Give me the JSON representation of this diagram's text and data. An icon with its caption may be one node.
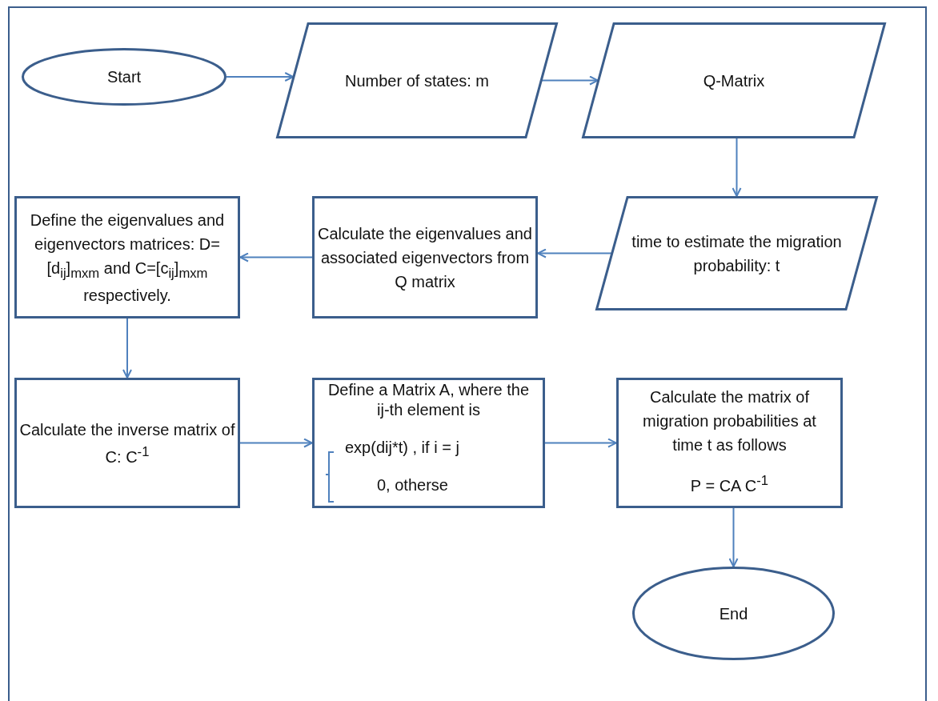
{
  "diagram": {
    "nodes": [
      {
        "text": [
          "Start"
        ]
      },
      {
        "text": [
          "Number of states: m"
        ]
      },
      {
        "text": [
          "Q-Matrix"
        ]
      },
      {
        "text": [
          "time to estimate the migration probability: t"
        ]
      },
      {
        "text": [
          "Calculate the eigenvalues and associated eigenvectors from Q matrix"
        ]
      },
      {
        "text": [
          "Define the eigenvalues and eigenvectors matrices: D=[d$_{ij}$]$_{mxm}$ and C=[c$_{ij}$]$_{mxm}$ respectively."
        ]
      },
      {
        "text": [
          "Calculate the inverse matrix of C: C$^{-1}$"
        ]
      },
      {
        "text": [
          "Define a Matrix A, where the ij-th element is",
          "exp(dij*t) , if i = j",
          "0, otherse"
        ]
      },
      {
        "text": [
          "Calculate the matrix of migration probabilities at time t as follows",
          "P = CA C$^{-1}$"
        ]
      },
      {
        "text": [
          "End"
        ]
      }
    ],
    "edges": [
      {
        "from": 0,
        "to": 1,
        "arrow": "to"
      },
      {
        "from": 1,
        "to": 2,
        "arrow": "to"
      },
      {
        "from": 2,
        "to": 3,
        "arrow": "to"
      },
      {
        "from": 3,
        "to": 4,
        "arrow": "to"
      },
      {
        "from": 4,
        "to": 5,
        "arrow": "to"
      },
      {
        "from": 5,
        "to": 6,
        "arrow": "to"
      },
      {
        "from": 6,
        "to": 7,
        "arrow": "to"
      },
      {
        "from": 7,
        "to": 8,
        "arrow": "to"
      },
      {
        "from": 8,
        "to": 9,
        "arrow": "to"
      }
    ]
  }
}
